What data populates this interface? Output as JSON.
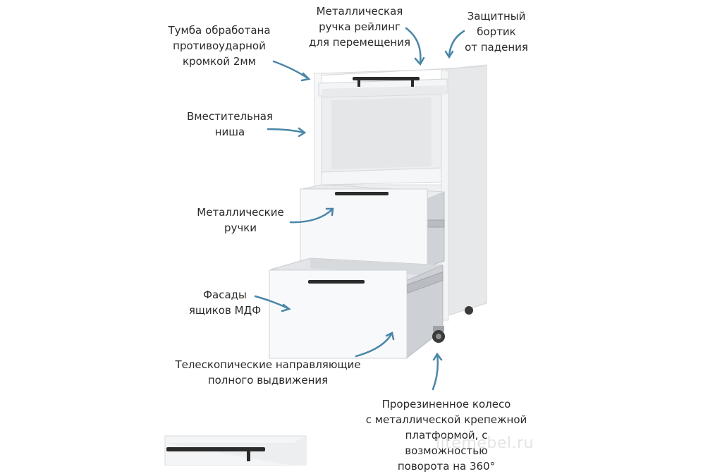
{
  "labels": {
    "edge": "Тумба обработана\nпротивоударной\nкромкой 2мм",
    "handle_rail": "Металлическая\nручка рейлинг\nдля перемещения",
    "guard": "Защитный\nбортик\nот падения",
    "niche": "Вместительная\nниша",
    "metal_handles": "Металлические\nручки",
    "facades": "Фасады\nящиков МДФ",
    "slides": "Телескопические направляющие\nполного выдвижения",
    "wheel": "Прорезиненное колесо\nс металлической крепежной\nплатформой, с возможностью\nповорота на 360°"
  },
  "watermark": "litemebel.ru",
  "colors": {
    "arrow": "#4a86a8",
    "cabinet_white": "#f4f5f6",
    "cabinet_shade": "#e2e4e6",
    "handle": "#2b2b2b",
    "metal": "#b9bcc0"
  },
  "icons": [
    "arrow-icon",
    "wheel-icon",
    "handle-icon"
  ]
}
